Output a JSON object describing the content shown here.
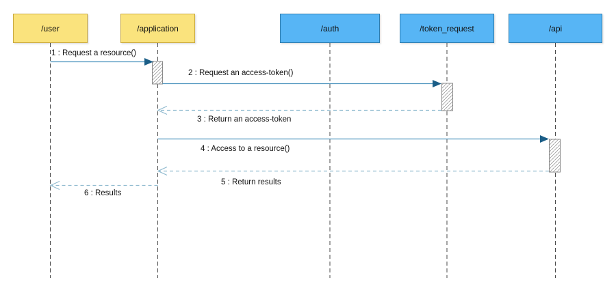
{
  "diagram": {
    "type": "uml-sequence",
    "actors": [
      {
        "name": "/user",
        "kind": "client"
      },
      {
        "name": "/application",
        "kind": "client"
      },
      {
        "name": "/auth",
        "kind": "service"
      },
      {
        "name": "/token_request",
        "kind": "service"
      },
      {
        "name": "/api",
        "kind": "service"
      }
    ],
    "messages": [
      {
        "label": "1 : Request a resource()",
        "from": "/user",
        "to": "/application",
        "style": "solid-call"
      },
      {
        "label": "2 : Request an access-token()",
        "from": "/application",
        "to": "/token_request",
        "style": "solid-call"
      },
      {
        "label": "3 : Return an access-token",
        "from": "/token_request",
        "to": "/application",
        "style": "dashed-return"
      },
      {
        "label": "4 : Access to a resource()",
        "from": "/application",
        "to": "/api",
        "style": "solid-call"
      },
      {
        "label": "5 : Return results",
        "from": "/api",
        "to": "/application",
        "style": "dashed-return"
      },
      {
        "label": "6 : Results",
        "from": "/application",
        "to": "/user",
        "style": "dashed-return"
      }
    ],
    "colors": {
      "actor_user_fill": "#FAE37D",
      "actor_user_border": "#C9A83E",
      "actor_system_fill": "#57B5F5",
      "actor_system_border": "#2E7CAD",
      "solid_line": "#4E94BE",
      "solid_arrowhead": "#1B5E87",
      "return_line": "#8FBACF",
      "lifeline": "#4A4A4A",
      "activation_border": "#8A8A8A"
    }
  }
}
